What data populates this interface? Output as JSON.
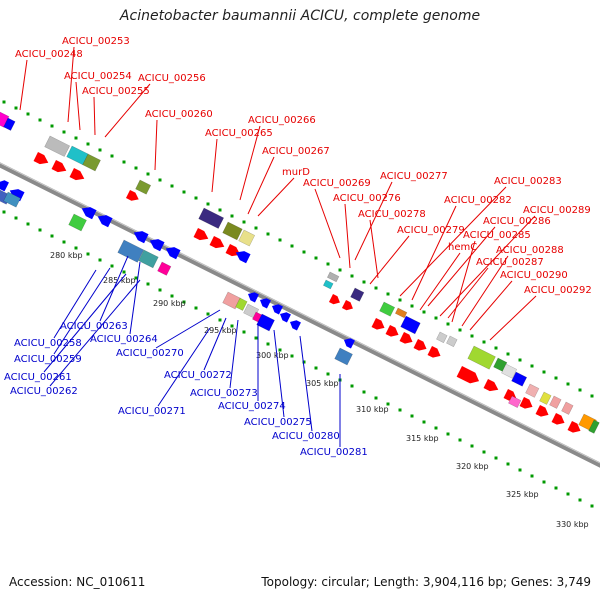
{
  "title": "Acinetobacter baumannii ACICU, complete genome",
  "footer": {
    "accession": "Accession: NC_010611",
    "topology": "Topology: circular; Length: 3,904,116 bp; Genes: 3,749"
  },
  "colors": {
    "upper_label": "#e60000",
    "lower_label": "#0000cc",
    "forward_gene": "#ff0000",
    "reverse_gene": "#0000ff",
    "backbone": "#8a8a8a",
    "tick": "#009900"
  },
  "scale_ticks": [
    "280 kbp",
    "285 kbp",
    "290 kbp",
    "295 kbp",
    "300 kbp",
    "305 kbp",
    "310 kbp",
    "315 kbp",
    "320 kbp",
    "325 kbp",
    "330 kbp"
  ],
  "upper_labels": [
    "ACICU_00253",
    "ACICU_00248",
    "ACICU_00254",
    "ACICU_00256",
    "ACICU_00255",
    "ACICU_00260",
    "ACICU_00266",
    "ACICU_00265",
    "ACICU_00267",
    "murD",
    "ACICU_00277",
    "ACICU_00269",
    "ACICU_00276",
    "ACICU_00283",
    "ACICU_00282",
    "ACICU_00278",
    "ACICU_00289",
    "ACICU_00286",
    "ACICU_00279",
    "ACICU_00285",
    "hemC",
    "ACICU_00288",
    "ACICU_00287",
    "ACICU_00290",
    "ACICU_00292"
  ],
  "lower_labels": [
    "ACICU_00258",
    "ACICU_00263",
    "ACICU_00259",
    "ACICU_00264",
    "ACICU_00261",
    "ACICU_00270",
    "ACICU_00262",
    "ACICU_00272",
    "ACICU_00273",
    "ACICU_00274",
    "ACICU_00271",
    "ACICU_00275",
    "ACICU_00280",
    "ACICU_00281"
  ]
}
